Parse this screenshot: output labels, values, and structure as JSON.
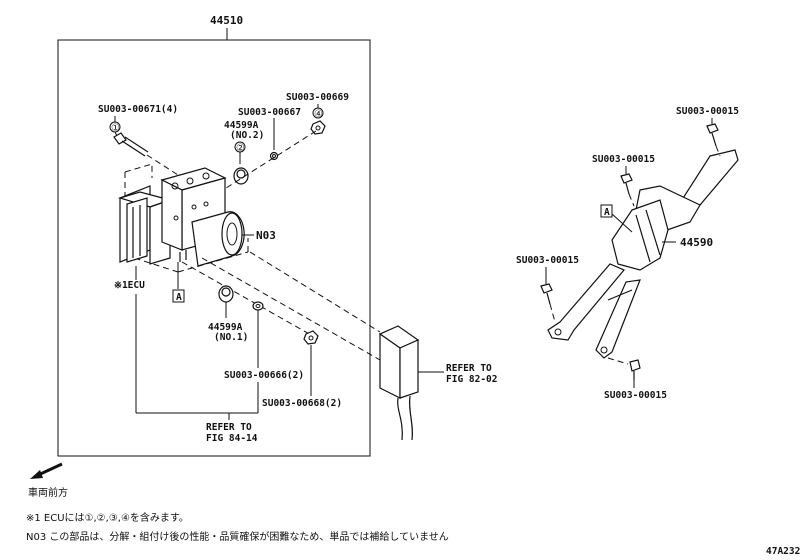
{
  "labels": {
    "assembly": "44510",
    "bolt_left": "SU003-00671(4)",
    "damper_no2_part": "44599A",
    "damper_no2_sub": "(NO.2)",
    "washer_top": "SU003-00667",
    "nut_top": "SU003-00669",
    "actuator": "N03",
    "ecu": "※1ECU",
    "ref_a_left": "A",
    "damper_no1_part": "44599A",
    "damper_no1_sub": "(NO.1)",
    "washer_bottom": "SU003-00666(2)",
    "nut_bottom": "SU003-00668(2)",
    "refer_bottom_1": "REFER TO",
    "refer_bottom_2": "FIG 84-14",
    "refer_right_1": "REFER TO",
    "refer_right_2": "FIG 82-02",
    "bolt_top_right": "SU003-00015",
    "bolt_mid_right": "SU003-00015",
    "ref_a_right": "A",
    "bracket": "44590",
    "bolt_left_right": "SU003-00015",
    "bolt_bottom_right": "SU003-00015",
    "marker_1": "①",
    "marker_2": "②",
    "marker_4": "④",
    "front_direction": "車両前方",
    "note1": "※1 ECUには①,②,③,④を含みます。",
    "note2": "N03 この部品は、分解・組付け後の性能・品質確保が困難なため、単品では補給していません",
    "figure_code": "47A232"
  }
}
